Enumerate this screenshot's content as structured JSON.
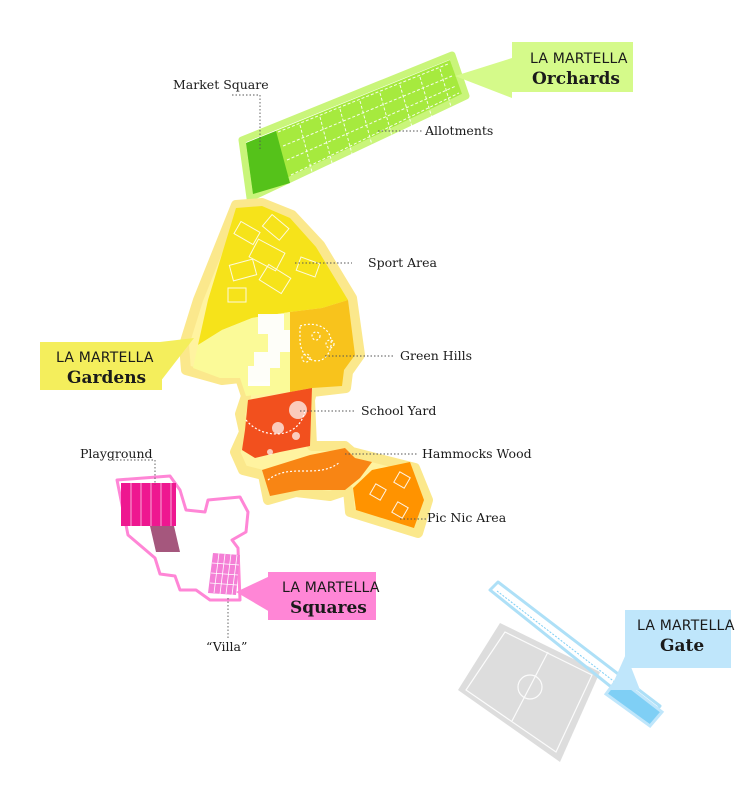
{
  "zones": {
    "orchards": {
      "line1": "LA MARTELLA",
      "line2": "Orchards",
      "color": "#a6ea3e",
      "badge_color": "#d5fa8a"
    },
    "gardens": {
      "line1": "LA MARTELLA",
      "line2": "Gardens",
      "color": "#f7e83a",
      "badge_color": "#f4ee5c"
    },
    "squares": {
      "line1": "LA MARTELLA",
      "line2": "Squares",
      "color": "#ff4fc8",
      "badge_color": "#ff86d6"
    },
    "gate": {
      "line1": "LA MARTELLA",
      "line2": "Gate",
      "color": "#7fcff5",
      "badge_color": "#bfe6fb"
    }
  },
  "labels": {
    "market_square": "Market Square",
    "allotments": "Allotments",
    "sport_area": "Sport Area",
    "green_hills": "Green Hills",
    "school_yard": "School Yard",
    "hammocks_wood": "Hammocks Wood",
    "pic_nic_area": "Pic Nic Area",
    "playground": "Playground",
    "villa": "“Villa”"
  }
}
